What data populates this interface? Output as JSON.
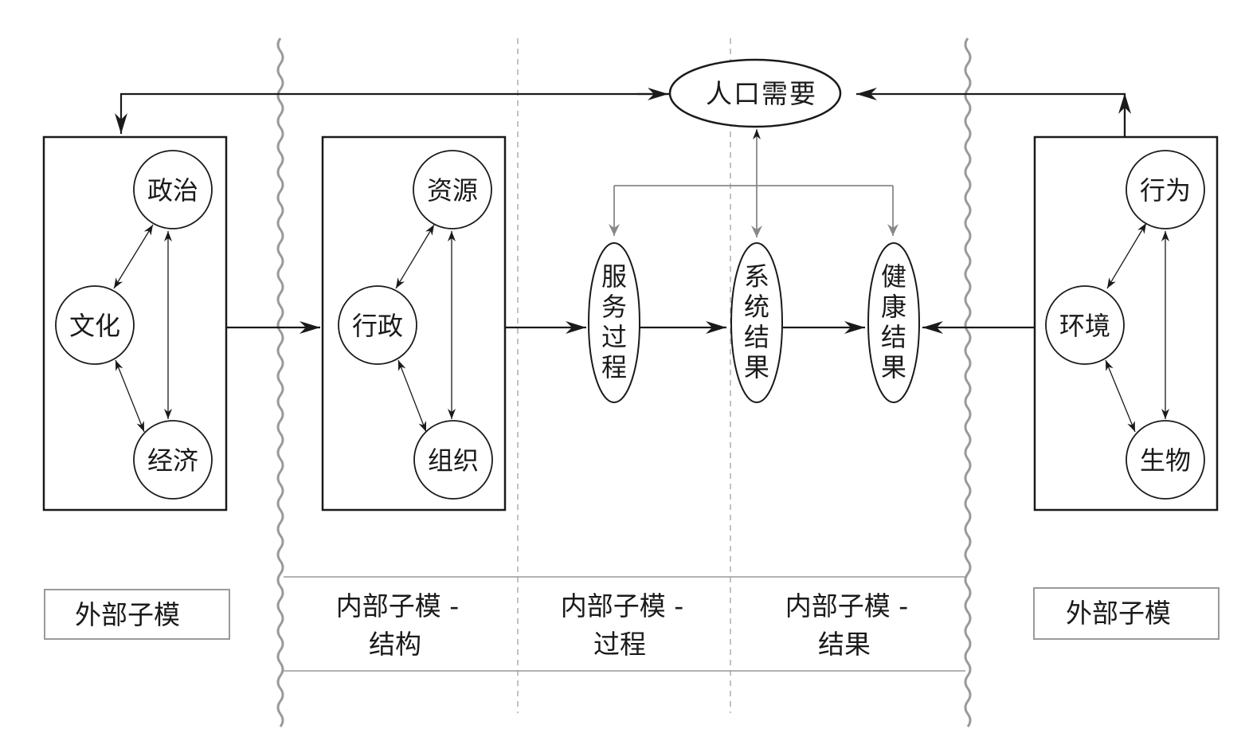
{
  "external_left": {
    "nodes": {
      "politics": "政治",
      "culture": "文化",
      "economy": "经济"
    },
    "label": "外部子模"
  },
  "structure": {
    "nodes": {
      "resources": "资源",
      "administration": "行政",
      "organization": "组织"
    },
    "label_line1": "内部子模 -",
    "label_line2": "结构"
  },
  "process": {
    "label_line1": "内部子模 -",
    "label_line2": "过程"
  },
  "outcome": {
    "label_line1": "内部子模 -",
    "label_line2": "结果"
  },
  "external_right": {
    "nodes": {
      "behavior": "行为",
      "environment": "环境",
      "biology": "生物"
    },
    "label": "外部子模"
  },
  "population_needs": "人口需要",
  "chain": {
    "service_process": [
      "服",
      "务",
      "过",
      "程"
    ],
    "system_outcome": [
      "系",
      "统",
      "结",
      "果"
    ],
    "health_outcome": [
      "健",
      "康",
      "结",
      "果"
    ]
  }
}
